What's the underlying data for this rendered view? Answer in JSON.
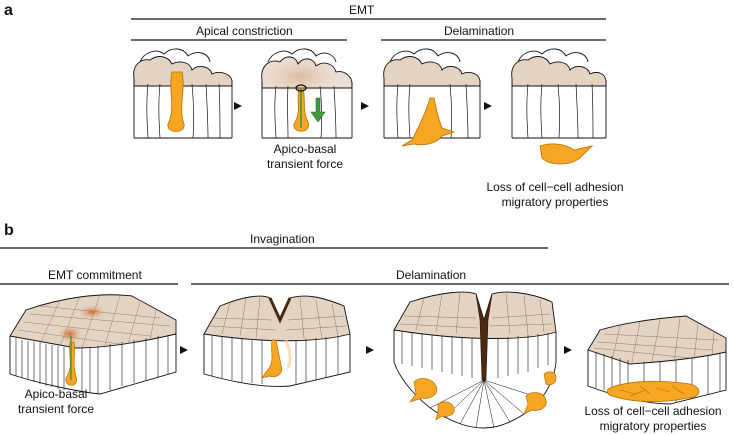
{
  "panel_a": {
    "letter": "a",
    "header": "EMT",
    "sub_left": "Apical constriction",
    "sub_right": "Delamination",
    "caption_force": [
      "Apico-basal",
      "transient force"
    ],
    "caption_loss": [
      "Loss of cell−cell adhesion",
      "migratory properties"
    ]
  },
  "panel_b": {
    "letter": "b",
    "header": "Invagination",
    "sub_left": "EMT commitment",
    "sub_right": "Delamination",
    "caption_force": [
      "Apico-basal",
      "transient force"
    ],
    "caption_loss": [
      "Loss of cell−cell adhesion",
      "migratory properties"
    ]
  },
  "colors": {
    "cell_top": "#e3d3c3",
    "cell_orange": "#f5a623",
    "force_arrow": "#3f9a3f",
    "dark": "#5a3a1e"
  }
}
